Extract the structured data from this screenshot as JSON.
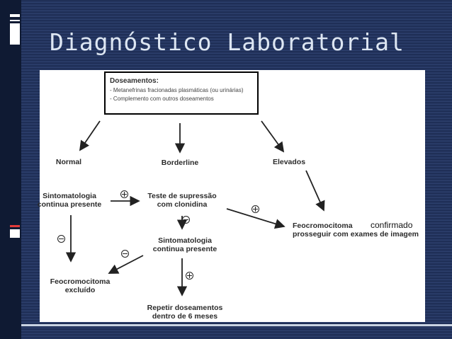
{
  "slide": {
    "title": "Diagnóstico Laboratorial"
  },
  "diagram": {
    "top_box": {
      "title": "Doseamentos:",
      "lines": [
        "- Metanefrinas fracionadas plasmáticas (ou urinárias)",
        "- Complemento com outros doseamentos"
      ]
    },
    "nodes": {
      "normal": [
        "Normal"
      ],
      "borderline": [
        "Borderline"
      ],
      "elevados": [
        "Elevados"
      ],
      "sintomatologia_left": [
        "Sintomatologia",
        "continua presente"
      ],
      "teste_supressao": [
        "Teste de supressão",
        "com clonidina"
      ],
      "sintomatologia_mid": [
        "Sintomatologia",
        "continua presente"
      ],
      "feocromocitoma_excluido": [
        "Feocromocitoma",
        "excluído"
      ],
      "repetir": [
        "Repetir doseamentos",
        "dentro de 6 meses"
      ],
      "feocromocitoma_right": [
        "Feocromocitoma",
        "prosseguir com exames de imagem"
      ]
    },
    "overlay_text": "confirmado",
    "signs": [
      "plus-sign",
      "minus-sign"
    ]
  }
}
